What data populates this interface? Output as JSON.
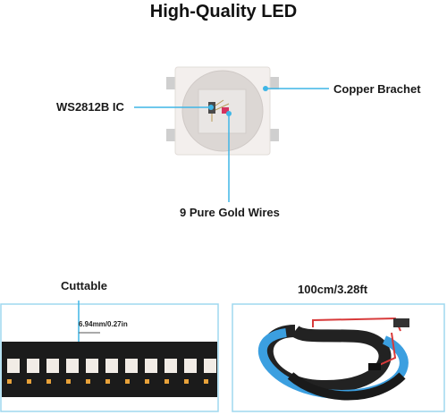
{
  "title": "High-Quality LED",
  "labels": {
    "ic": "WS2812B IC",
    "copper": "Copper Brachet",
    "gold": "9 Pure Gold Wires",
    "cuttable": "Cuttable",
    "dimension": "6.94mm/0.27in",
    "length": "100cm/3.28ft"
  },
  "colors": {
    "pointer": "#3fb6e6",
    "panel_border": "#9fd8ef",
    "strip_pcb": "#1b1b1b",
    "led_body": "#f2ece6",
    "tube_blue": "#3b9fe0"
  }
}
